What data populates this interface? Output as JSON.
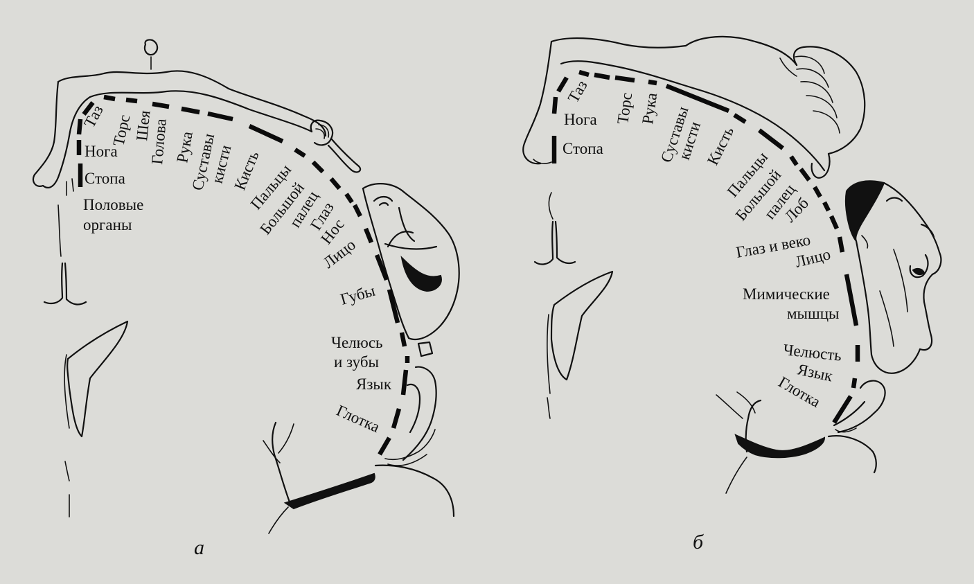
{
  "panels": [
    {
      "id": "a",
      "caption": "а",
      "labels": [
        "Таз",
        "Торс",
        "Шея",
        "Голова",
        "Рука",
        "Суставы",
        "кисти",
        "Кисть",
        "Нога",
        "Стопа",
        "Половые",
        "органы",
        "Пальцы",
        "Большой",
        "палец",
        "Глаз",
        "Нос",
        "Лицо",
        "Губы",
        "Челюсь",
        "и зубы",
        "Язык",
        "Глотка"
      ]
    },
    {
      "id": "b",
      "caption": "б",
      "labels": [
        "Таз",
        "Торс",
        "Рука",
        "Нога",
        "Стопа",
        "Суставы",
        "кисти",
        "Кисть",
        "Пальцы",
        "Большой",
        "палец",
        "Лоб",
        "Глаз и веко",
        "Лицо",
        "Мимические",
        "мышцы",
        "Челюсть",
        "Язык",
        "Глотка"
      ]
    }
  ]
}
